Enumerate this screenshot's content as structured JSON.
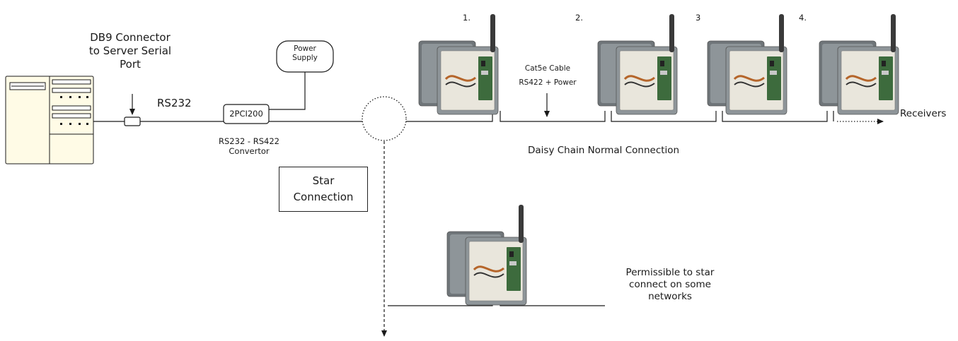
{
  "labels": {
    "db9": "DB9 Connector to Server Serial Port",
    "db9_line1": "DB9 Connector",
    "db9_line2": "to Server Serial",
    "db9_line3": "Port",
    "rs232": "RS232",
    "power_supply_line1": "Power",
    "power_supply_line2": "Supply",
    "converter": "2PCI200",
    "converter_desc_line1": "RS232 - RS422",
    "converter_desc_line2": "Convertor",
    "star_line1": "Star",
    "star_line2": "Connection",
    "cable_line1": "Cat5e Cable",
    "cable_line2": "RS422 + Power",
    "daisy_chain": "Daisy Chain Normal Connection",
    "receivers": "Receivers",
    "permissible_line1": "Permissible to star",
    "permissible_line2": "connect on some",
    "permissible_line3": "networks"
  },
  "receiver_numbers": [
    "1.",
    "2.",
    "3",
    "4."
  ],
  "colors": {
    "line": "#1a1a1a",
    "enclosure": "#8e9599",
    "enclosure_dark": "#6f7579",
    "antenna": "#3a3a3a",
    "pcb": "#3d6b3d",
    "cable": "#b5652a"
  }
}
